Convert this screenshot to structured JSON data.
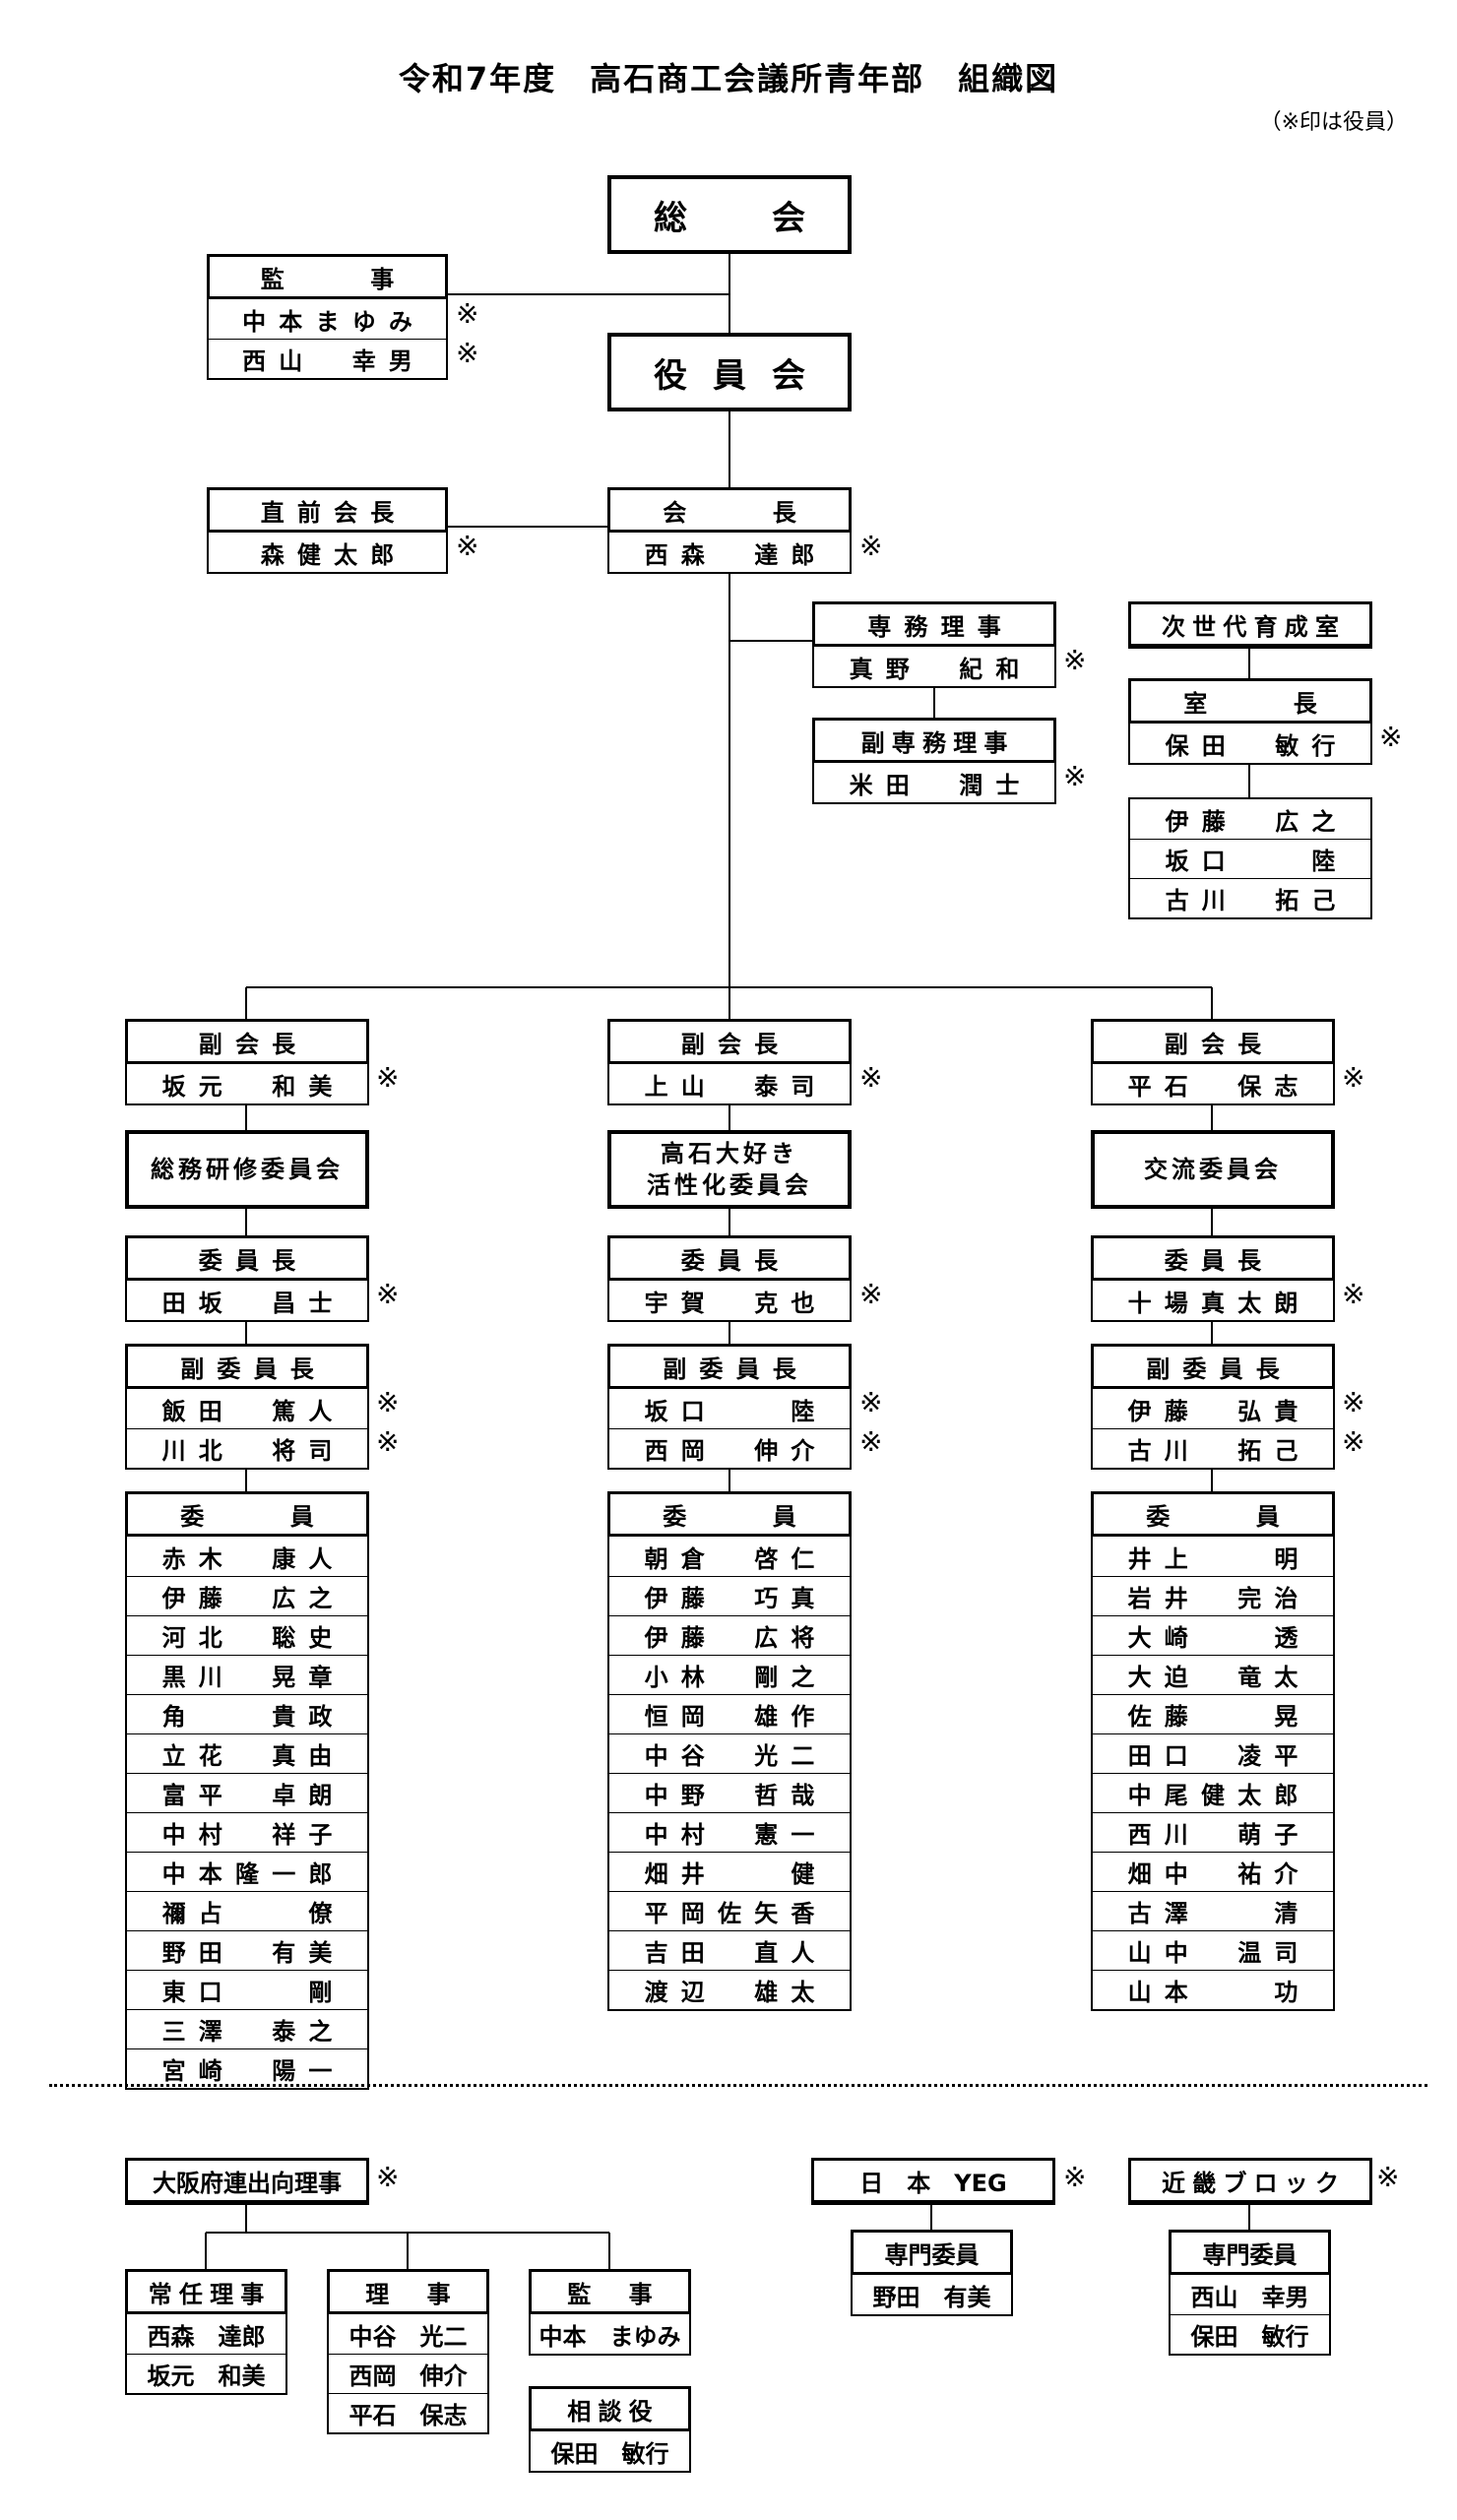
{
  "title": "令和7年度　高石商工会議所青年部　組織図",
  "note": "（※印は役員）",
  "mark": "※",
  "top": {
    "general_meeting": "総　会",
    "officers_meeting": "役員会",
    "auditor": {
      "title": "監　　事",
      "members": [
        "中本まゆみ",
        "西山　幸男"
      ]
    },
    "former_president": {
      "title": "直前会長",
      "members": [
        "森健太郎"
      ]
    },
    "president": {
      "title": "会　　長",
      "members": [
        "西森　達郎"
      ]
    },
    "executive_director": {
      "title": "専務理事",
      "members": [
        "真野　紀和"
      ]
    },
    "vice_executive_director": {
      "title": "副専務理事",
      "members": [
        "米田　潤士"
      ]
    },
    "next_gen": {
      "title": "次世代育成室",
      "chief": {
        "title": "室　　長",
        "members": [
          "保田　敏行"
        ]
      },
      "members": [
        "伊藤　広之",
        "坂口　　陸",
        "古川　拓己"
      ]
    }
  },
  "committees": [
    {
      "vice_president": {
        "title": "副会長",
        "members": [
          "坂元　和美"
        ]
      },
      "name": "総務研修委員会",
      "chair": {
        "title": "委員長",
        "members": [
          "田坂　昌士"
        ]
      },
      "vice_chair": {
        "title": "副委員長",
        "members": [
          "飯田　篤人",
          "川北　将司"
        ]
      },
      "members_title": "委　　員",
      "members": [
        "赤木　康人",
        "伊藤　広之",
        "河北　聡史",
        "黒川　晃章",
        "角　　貴政",
        "立花　真由",
        "富平　卓朗",
        "中村　祥子",
        "中本隆一郎",
        "禰占　　僚",
        "野田　有美",
        "東口　　剛",
        "三澤　泰之",
        "宮崎　陽一"
      ]
    },
    {
      "vice_president": {
        "title": "副会長",
        "members": [
          "上山　泰司"
        ]
      },
      "name": "高石大好き\n活性化委員会",
      "chair": {
        "title": "委員長",
        "members": [
          "宇賀　克也"
        ]
      },
      "vice_chair": {
        "title": "副委員長",
        "members": [
          "坂口　　陸",
          "西岡　伸介"
        ]
      },
      "members_title": "委　　員",
      "members": [
        "朝倉　啓仁",
        "伊藤　巧真",
        "伊藤　広将",
        "小林　剛之",
        "恒岡　雄作",
        "中谷　光二",
        "中野　哲哉",
        "中村　憲一",
        "畑井　　健",
        "平岡佐矢香",
        "吉田　直人",
        "渡辺　雄太"
      ]
    },
    {
      "vice_president": {
        "title": "副会長",
        "members": [
          "平石　保志"
        ]
      },
      "name": "交流委員会",
      "chair": {
        "title": "委員長",
        "members": [
          "十場真太朗"
        ]
      },
      "vice_chair": {
        "title": "副委員長",
        "members": [
          "伊藤　弘貴",
          "古川　拓己"
        ]
      },
      "members_title": "委　　員",
      "members": [
        "井上　　明",
        "岩井　完治",
        "大崎　　透",
        "大迫　竜太",
        "佐藤　　晃",
        "田口　凌平",
        "中尾健太郎",
        "西川　萌子",
        "畑中　祐介",
        "古澤　　清",
        "山中　温司",
        "山本　　功"
      ]
    }
  ],
  "bottom": {
    "osaka": {
      "title": "大阪府連出向理事",
      "standing": {
        "title": "常任理事",
        "members": [
          "西森　達郎",
          "坂元　和美"
        ]
      },
      "directors": {
        "title": "理　事",
        "members": [
          "中谷　光二",
          "西岡　伸介",
          "平石　保志"
        ]
      },
      "auditor": {
        "title": "監　事",
        "members": [
          "中本　まゆみ"
        ]
      },
      "advisor": {
        "title": "相談役",
        "members": [
          "保田　敏行"
        ]
      }
    },
    "japan": {
      "title": "日　本　YEG",
      "committee": {
        "title": "専門委員",
        "members": [
          "野田　有美"
        ]
      }
    },
    "kinki": {
      "title": "近畿ブロック",
      "committee": {
        "title": "専門委員",
        "members": [
          "西山　幸男",
          "保田　敏行"
        ]
      }
    }
  }
}
